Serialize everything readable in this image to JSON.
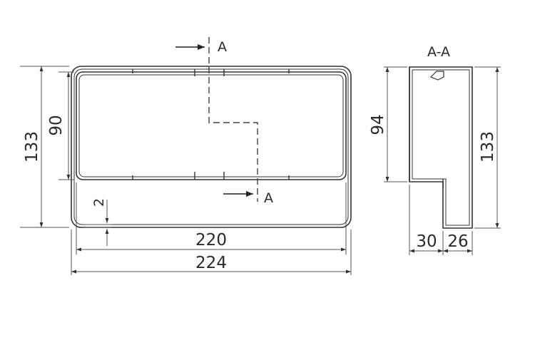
{
  "front_view": {
    "dim_inner_width": "220",
    "dim_outer_width": "224",
    "dim_outer_height": "133",
    "dim_inner_height": "90",
    "dim_wall": "2",
    "section_mark_top": "A",
    "section_mark_bottom": "A"
  },
  "section_view": {
    "title": "A-A",
    "dim_inner_height": "94",
    "dim_outer_height": "133",
    "dim_depth_1": "30",
    "dim_depth_2": "26"
  }
}
